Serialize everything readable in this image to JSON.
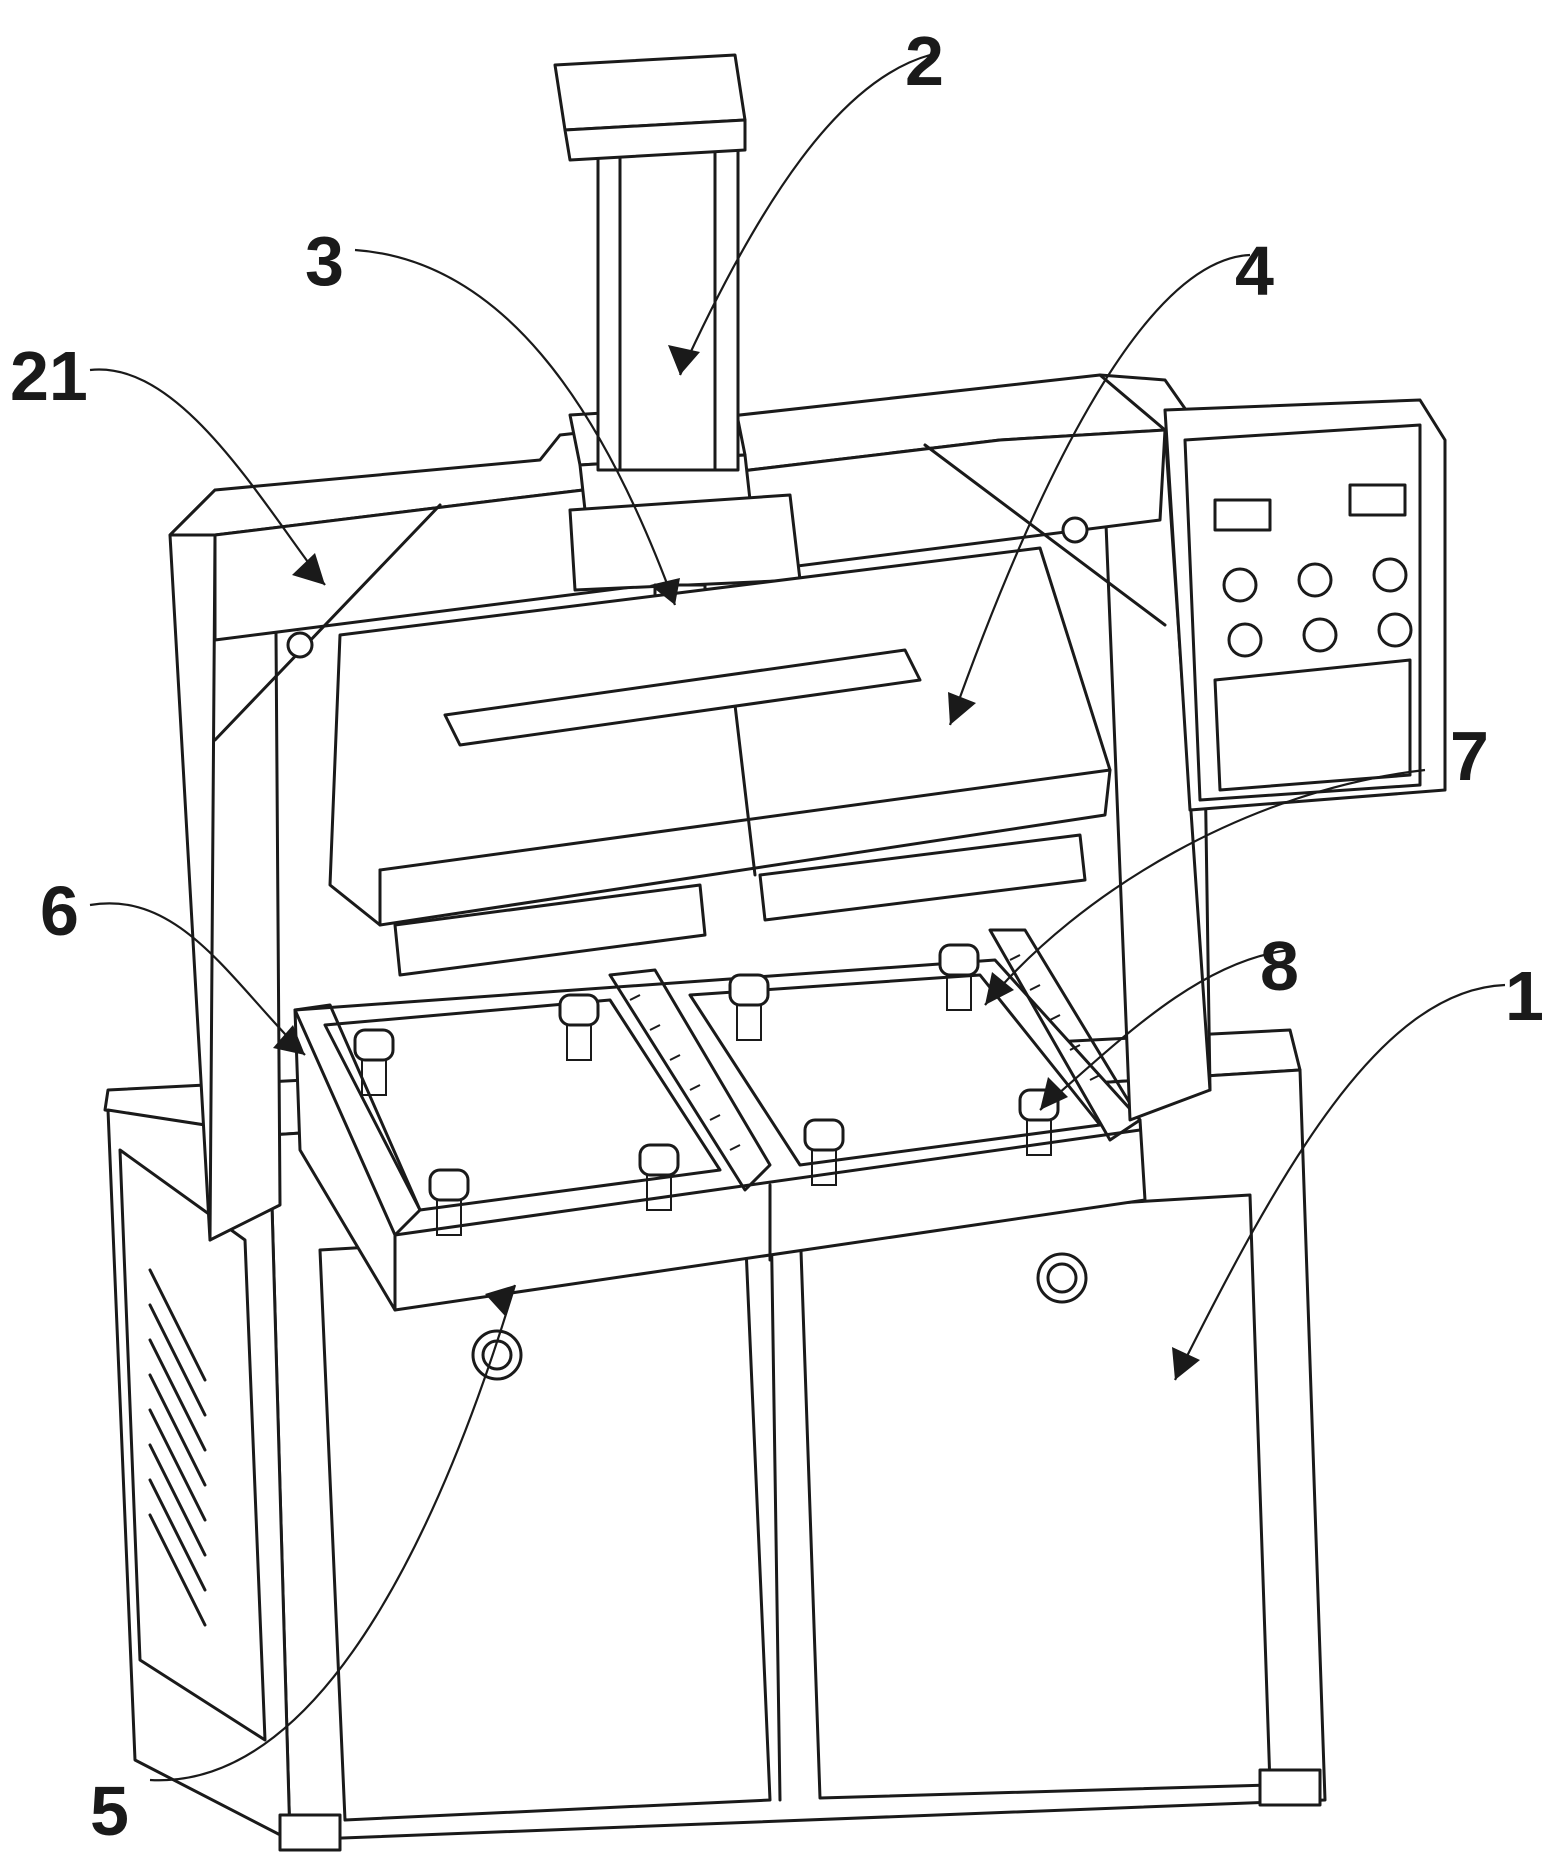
{
  "callouts": [
    {
      "id": "1",
      "label": "1"
    },
    {
      "id": "2",
      "label": "2"
    },
    {
      "id": "3",
      "label": "3"
    },
    {
      "id": "4",
      "label": "4"
    },
    {
      "id": "5",
      "label": "5"
    },
    {
      "id": "6",
      "label": "6"
    },
    {
      "id": "7",
      "label": "7"
    },
    {
      "id": "8",
      "label": "8"
    },
    {
      "id": "21",
      "label": "21"
    }
  ]
}
